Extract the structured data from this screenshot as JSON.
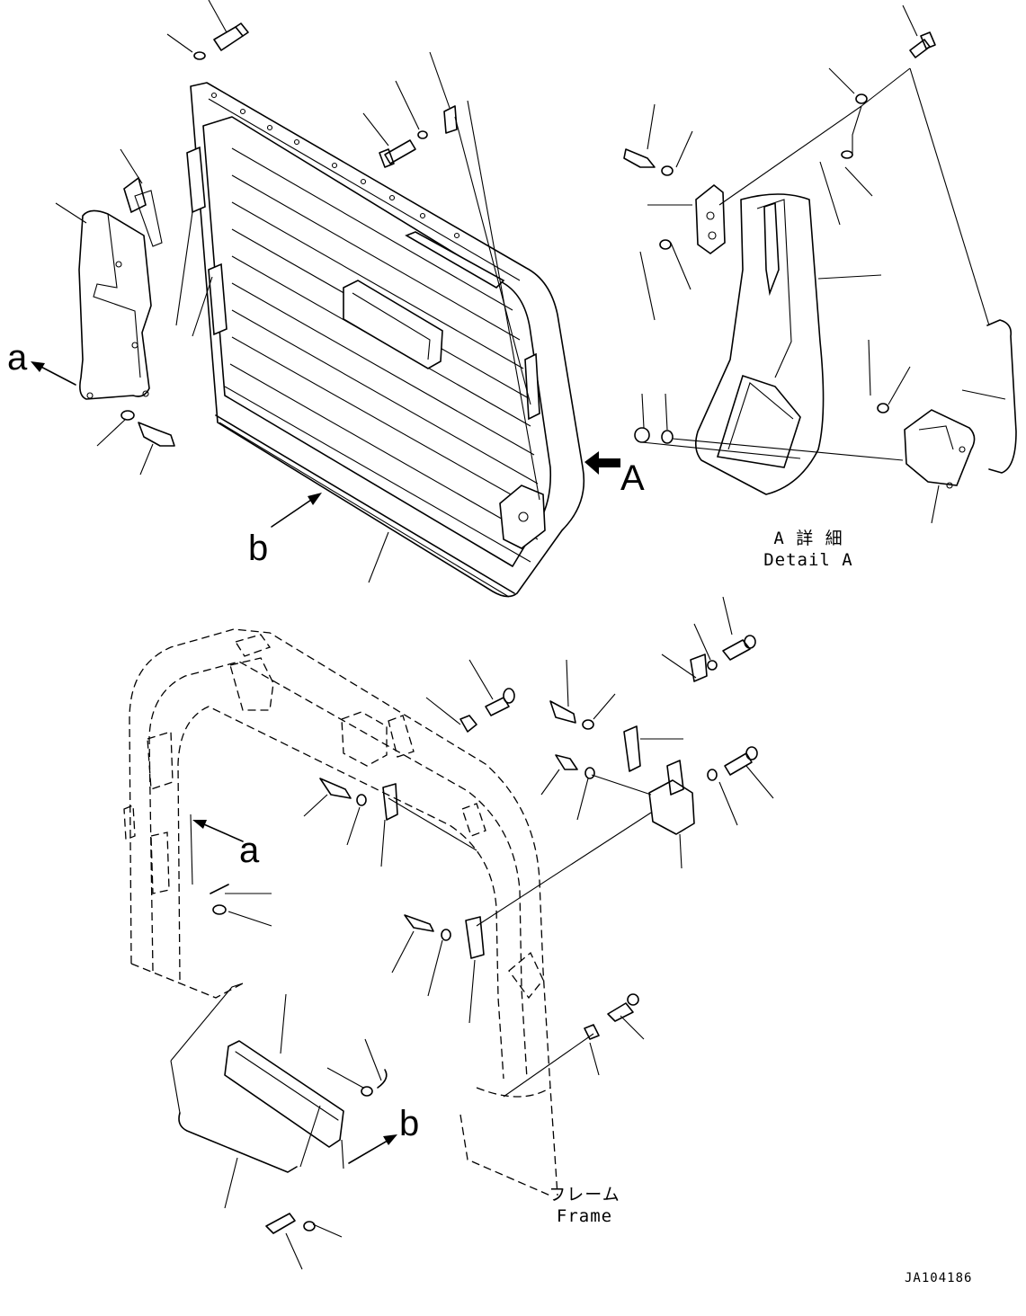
{
  "labels": {
    "view_a": "a",
    "view_b": "b",
    "arrow_A": "A",
    "frame_a": "a",
    "frame_b": "b",
    "detail_jp": "A 詳 細",
    "detail_en": "Detail A",
    "frame_jp": "フレーム",
    "frame_en": "Frame",
    "drawing_code": "JA104186"
  },
  "colors": {
    "line": "#000000",
    "background": "#ffffff"
  }
}
